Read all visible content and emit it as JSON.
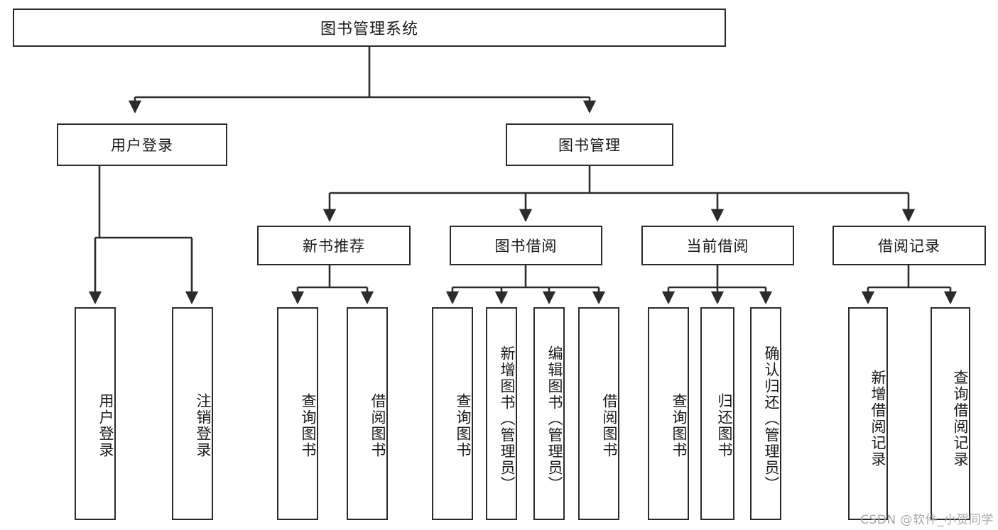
{
  "diagram": {
    "title": "图书管理系统",
    "type": "tree-hierarchy",
    "watermark": "CSDN @软件_小贺同学",
    "colors": {
      "border": "#2b2b2b",
      "background": "#ffffff",
      "text": "#1a1a1a",
      "edge": "#2b2b2b",
      "watermark": "#a8a8a8"
    }
  },
  "nodes": {
    "root": {
      "label": "图书管理系统"
    },
    "level1": [
      {
        "id": "user-login",
        "label": "用户登录"
      },
      {
        "id": "book-manage",
        "label": "图书管理"
      }
    ],
    "level2": [
      {
        "id": "new-book-recommend",
        "label": "新书推荐"
      },
      {
        "id": "book-borrow",
        "label": "图书借阅"
      },
      {
        "id": "current-borrow",
        "label": "当前借阅"
      },
      {
        "id": "borrow-record",
        "label": "借阅记录"
      }
    ],
    "leaves": {
      "user-login": [
        {
          "id": "leaf-user-login",
          "label": "用户登录"
        },
        {
          "id": "leaf-user-logout",
          "label": "注销登录"
        }
      ],
      "new-book-recommend": [
        {
          "id": "leaf-query-book-1",
          "label": "查询图书"
        },
        {
          "id": "leaf-borrow-book-1",
          "label": "借阅图书"
        }
      ],
      "book-borrow": [
        {
          "id": "leaf-query-book-2",
          "label": "查询图书"
        },
        {
          "id": "leaf-add-book",
          "label": "新增图书（管理员）"
        },
        {
          "id": "leaf-edit-book",
          "label": "编辑图书（管理员）"
        },
        {
          "id": "leaf-borrow-book-2",
          "label": "借阅图书"
        }
      ],
      "current-borrow": [
        {
          "id": "leaf-query-book-3",
          "label": "查询图书"
        },
        {
          "id": "leaf-return-book",
          "label": "归还图书"
        },
        {
          "id": "leaf-confirm-return",
          "label": "确认归还（管理员）"
        }
      ],
      "borrow-record": [
        {
          "id": "leaf-add-record",
          "label": "新增借阅记录"
        },
        {
          "id": "leaf-query-record",
          "label": "查询借阅记录"
        }
      ]
    }
  }
}
